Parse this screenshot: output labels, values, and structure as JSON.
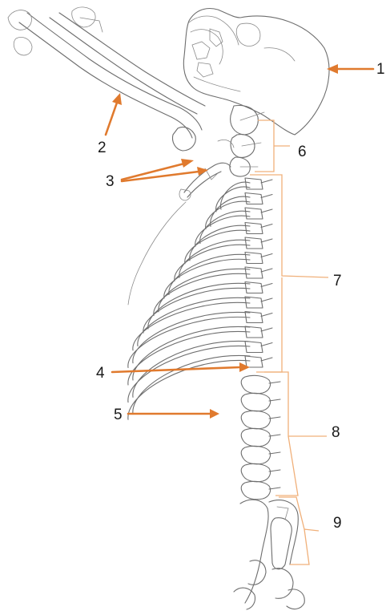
{
  "labels": [
    {
      "id": "1",
      "text": "1"
    },
    {
      "id": "2",
      "text": "2"
    },
    {
      "id": "3",
      "text": "3"
    },
    {
      "id": "4",
      "text": "4"
    },
    {
      "id": "5",
      "text": "5"
    },
    {
      "id": "6",
      "text": "6"
    },
    {
      "id": "7",
      "text": "7"
    },
    {
      "id": "8",
      "text": "8"
    },
    {
      "id": "9",
      "text": "9"
    }
  ],
  "colors": {
    "annotation": "#e07a2e",
    "bracket": "#f0b07a",
    "outline": "#6e6e6e",
    "label_text": "#1a1a1a",
    "background": "#ffffff"
  }
}
